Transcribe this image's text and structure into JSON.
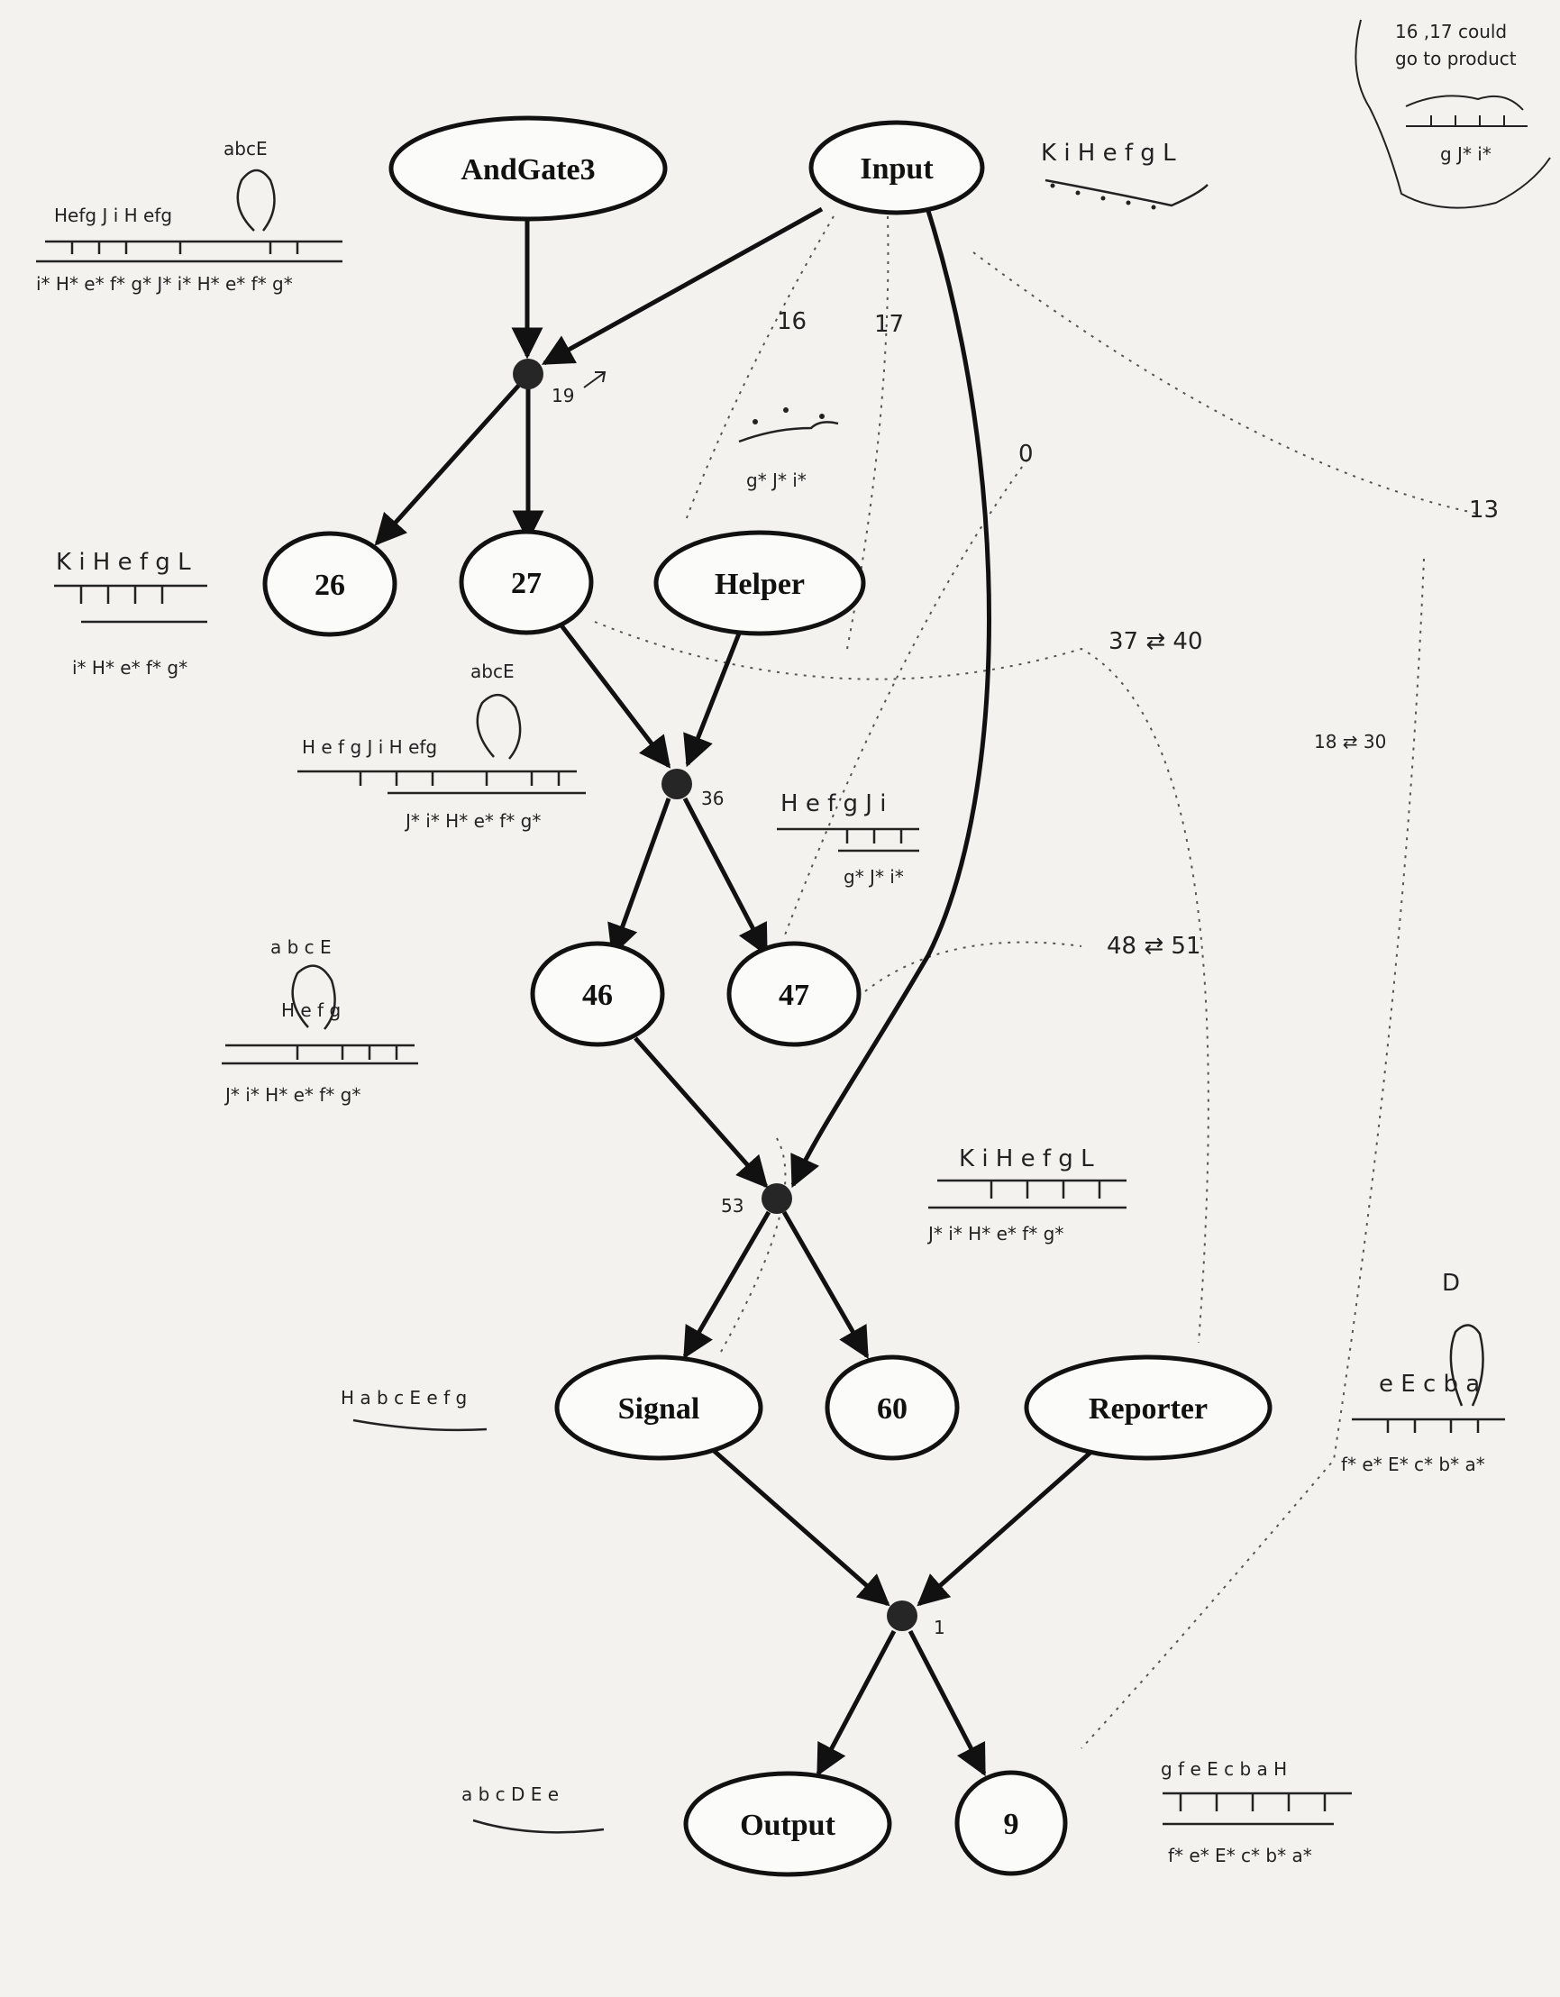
{
  "nodes": {
    "andgate3": "AndGate3",
    "input": "Input",
    "n26": "26",
    "n27": "27",
    "helper": "Helper",
    "n46": "46",
    "n47": "47",
    "signal": "Signal",
    "n60": "60",
    "reporter": "Reporter",
    "output": "Output",
    "n9": "9"
  },
  "reactions": {
    "r19": "19",
    "r36": "36",
    "r53": "53",
    "r1": "1"
  },
  "edges": [
    {
      "from": "AndGate3",
      "to": "reaction 19"
    },
    {
      "from": "Input",
      "to": "reaction 19"
    },
    {
      "from": "reaction 19",
      "to": "26"
    },
    {
      "from": "reaction 19",
      "to": "27"
    },
    {
      "from": "27",
      "to": "reaction 36"
    },
    {
      "from": "Helper",
      "to": "reaction 36"
    },
    {
      "from": "reaction 36",
      "to": "46"
    },
    {
      "from": "reaction 36",
      "to": "47"
    },
    {
      "from": "46",
      "to": "reaction 53"
    },
    {
      "from": "Input",
      "to": "reaction 53"
    },
    {
      "from": "reaction 53",
      "to": "Signal"
    },
    {
      "from": "reaction 53",
      "to": "60"
    },
    {
      "from": "Signal",
      "to": "reaction 1"
    },
    {
      "from": "Reporter",
      "to": "reaction 1"
    },
    {
      "from": "reaction 1",
      "to": "Output"
    },
    {
      "from": "reaction 1",
      "to": "9"
    }
  ],
  "side_reactions": {
    "s16": "16",
    "s17": "17",
    "s0": "0",
    "s13": "13",
    "s37_40": "37 ⇄ 40",
    "s18_30": "18 ⇄ 30",
    "s48_51": "48 ⇄ 51"
  },
  "corner_note": {
    "line1": "16 ,17 could",
    "line2": "go to product"
  },
  "annotations": {
    "andgate_top": "abcE",
    "andgate_top_strand": "Hefg J i  H  efg",
    "andgate_bottom": "i* H* e* f* g* J* i* H* e* f* g*",
    "input_strand": "K i H e f g L",
    "n26_top": "K i H e f g L",
    "n26_bottom": "i* H* e* f* g*",
    "r16_bottom": "g* J* i*",
    "n27_loop": "abcE",
    "n27_top": "H e f g J i  H  efg",
    "n27_bottom": "J* i* H* e* f* g*",
    "n47_top": "H e f g J i",
    "n47_bottom": "g* J* i*",
    "n46_loop": "a b c E",
    "n46_top": "H  e f g",
    "n46_bottom": "J* i* H* e* f* g*",
    "n60_top": "K i H e f g L",
    "n60_bottom": "J* i* H* e* f* g*",
    "signal_strand": "H a b c E e f g",
    "reporter_loop": "D",
    "reporter_top": "e E   c b a",
    "reporter_bottom": "f* e* E* c* b* a*",
    "output_strand": "a b c D E e",
    "n9_top": "g   f e E c b a   H",
    "n9_bottom": "f* e* E* c* b* a*"
  }
}
